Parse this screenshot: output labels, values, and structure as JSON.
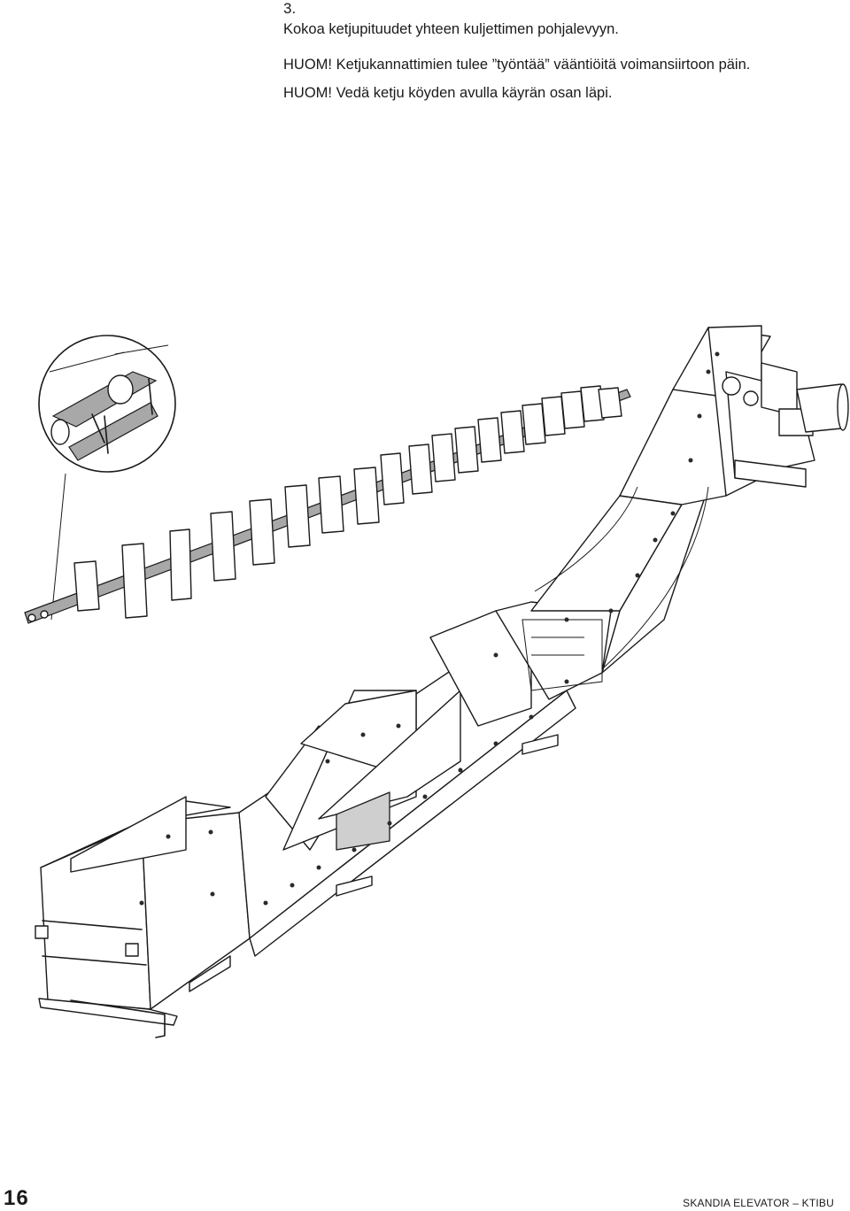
{
  "step": {
    "number": "3."
  },
  "instructions": [
    "Kokoa ketjupituudet yhteen kuljettimen pohjalevyyn.",
    "HUOM! Ketjukannattimien tulee ”työntää” vääntiöitä voimansiirtoon päin.",
    "HUOM! Vedä ketju köyden avulla käyrän osan läpi."
  ],
  "page": {
    "number": "16"
  },
  "footer": {
    "text": "SKANDIA ELEVATOR – KTIBU"
  }
}
